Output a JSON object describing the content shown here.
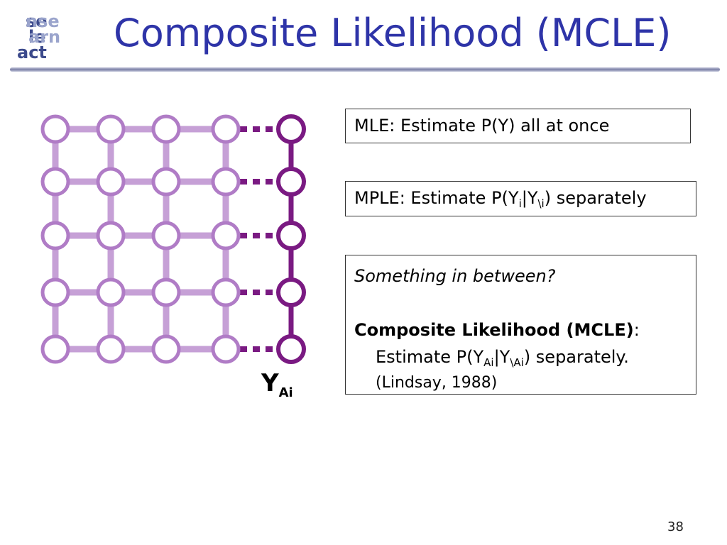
{
  "logo": {
    "line1_a": "se",
    "line1_b": "nse",
    "line2_a": "le",
    "line2_b": "arn",
    "line3_a": "act"
  },
  "title": "Composite Likelihood (MCLE)",
  "boxes": {
    "mle": "MLE: Estimate P(Y) all at once",
    "mple_a": "MPLE: Estimate P(Y",
    "mple_sub1": "i",
    "mple_b": "|Y",
    "mple_sub2": "\\i",
    "mple_c": ") separately",
    "between": "Something in between?",
    "mcle_bold": "Composite Likelihood (MCLE)",
    "mcle_colon": ":",
    "est_a": "Estimate P(Y",
    "est_sub1": "Ai",
    "est_b": "|Y",
    "est_sub2": "\\Ai",
    "est_c": ") separately.",
    "citation": "(Lindsay, 1988)"
  },
  "yai": {
    "main": "Y",
    "sub": "Ai"
  },
  "slide_number": "38",
  "colors": {
    "title": "#2e34a8",
    "light_node": "#b07cc6",
    "dark_node": "#7a1a82",
    "light_edge": "#c6a0d6"
  },
  "grid": {
    "rows": 5,
    "light_columns": 4,
    "highlighted_columns": 1
  }
}
